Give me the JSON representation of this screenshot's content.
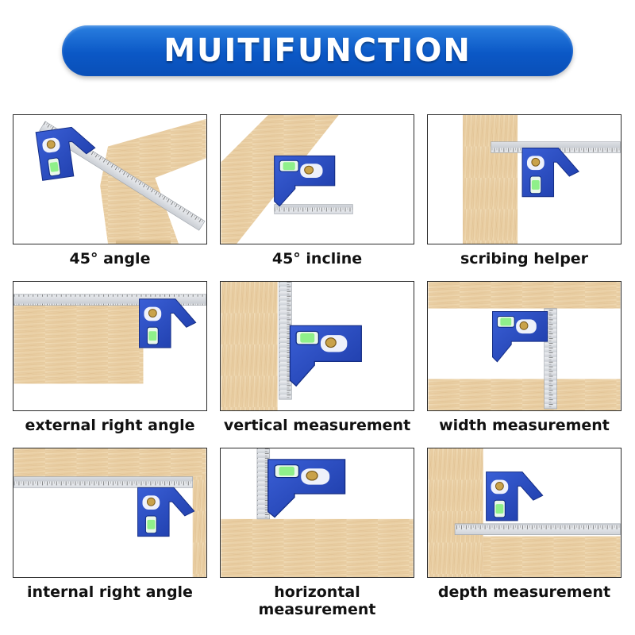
{
  "header": {
    "title": "MUITIFUNCTION"
  },
  "colors": {
    "banner": "#0b58c6",
    "tool_blue": "#2346b8",
    "wood": "#e8cfa4",
    "ruler": "#d7dadf",
    "level_vial": "#8ff08a"
  },
  "panels": [
    {
      "caption": "45° angle"
    },
    {
      "caption": "45° incline"
    },
    {
      "caption": "scribing helper"
    },
    {
      "caption": "external right angle"
    },
    {
      "caption": "vertical measurement"
    },
    {
      "caption": "width measurement"
    },
    {
      "caption": "internal right angle"
    },
    {
      "caption": "horizontal measurement"
    },
    {
      "caption": "depth measurement"
    }
  ]
}
